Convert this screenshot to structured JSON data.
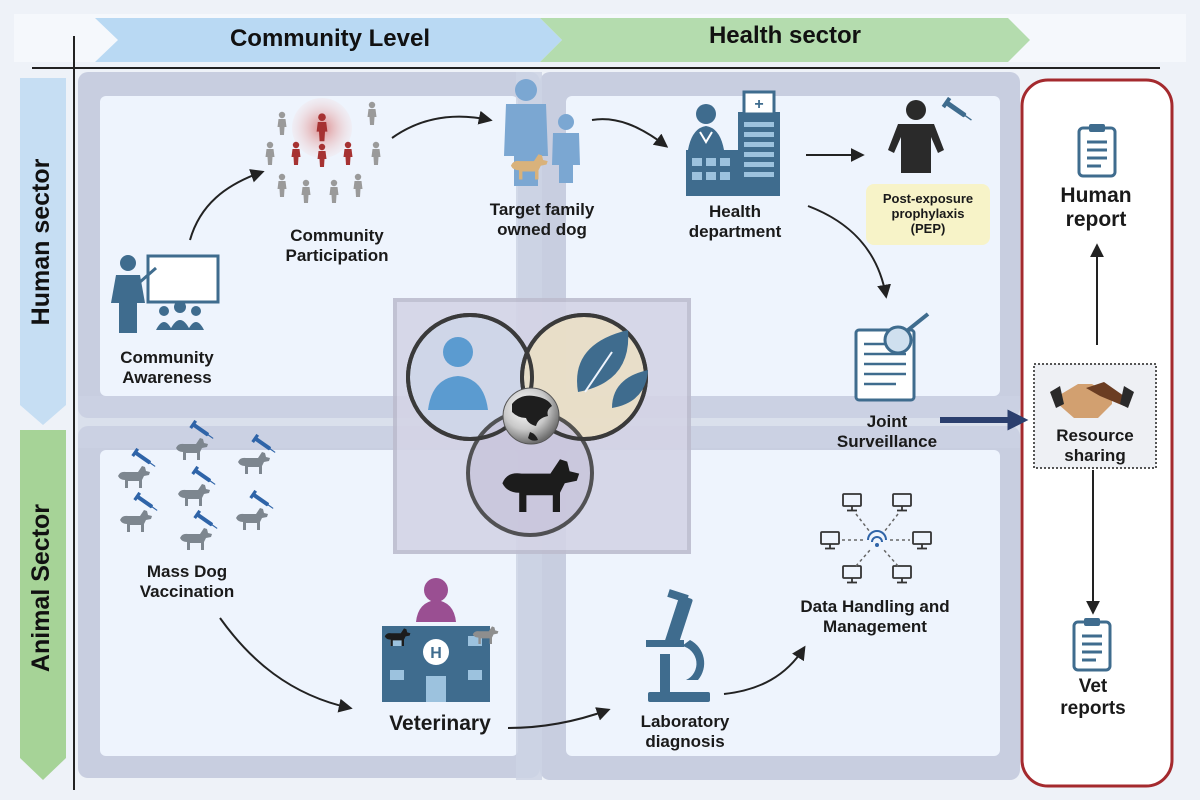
{
  "headers": {
    "community_level": "Community Level",
    "health_sector": "Health sector",
    "human_sector": "Human sector",
    "animal_sector": "Animal Sector"
  },
  "nodes": {
    "community_awareness": "Community\nAwareness",
    "community_participation": "Community\nParticipation",
    "target_family": "Target family\nowned dog",
    "health_department": "Health\ndepartment",
    "pep": "Post-exposure\nprophylaxis\n(PEP)",
    "joint_surveillance": "Joint\nSurveillance",
    "mass_dog_vaccination": "Mass Dog\nVaccination",
    "veterinary": "Veterinary",
    "laboratory_diagnosis": "Laboratory\ndiagnosis",
    "data_handling": "Data Handling and\nManagement",
    "human_report": "Human\nreport",
    "resource_sharing": "Resource\nsharing",
    "vet_reports": "Vet\nreports"
  },
  "colors": {
    "community_arrow": "#b9d9f3",
    "health_arrow": "#b4dcae",
    "human_band": "#c6def3",
    "animal_band": "#a6d397",
    "quadrant_frame": "#c8cee0",
    "quadrant_fill": "#eef4fd",
    "icon_blue": "#3f6c8e",
    "report_border": "#a42a2e",
    "pep_box": "#f7f3c8"
  }
}
